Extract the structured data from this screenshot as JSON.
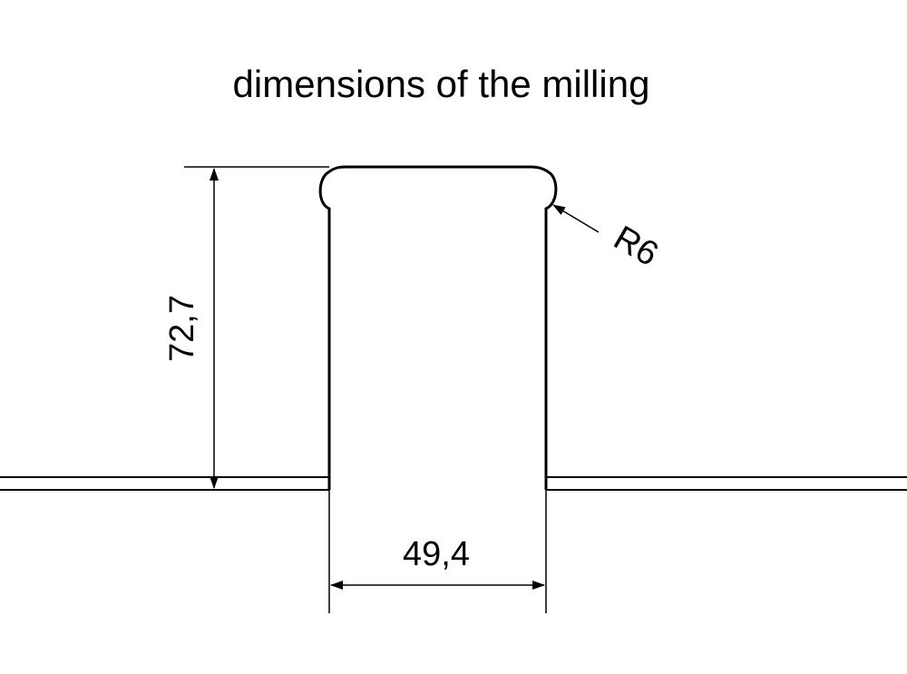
{
  "title": "dimensions of the milling",
  "dimensions": {
    "height": "72,7",
    "width": "49,4",
    "radius": "R6"
  }
}
